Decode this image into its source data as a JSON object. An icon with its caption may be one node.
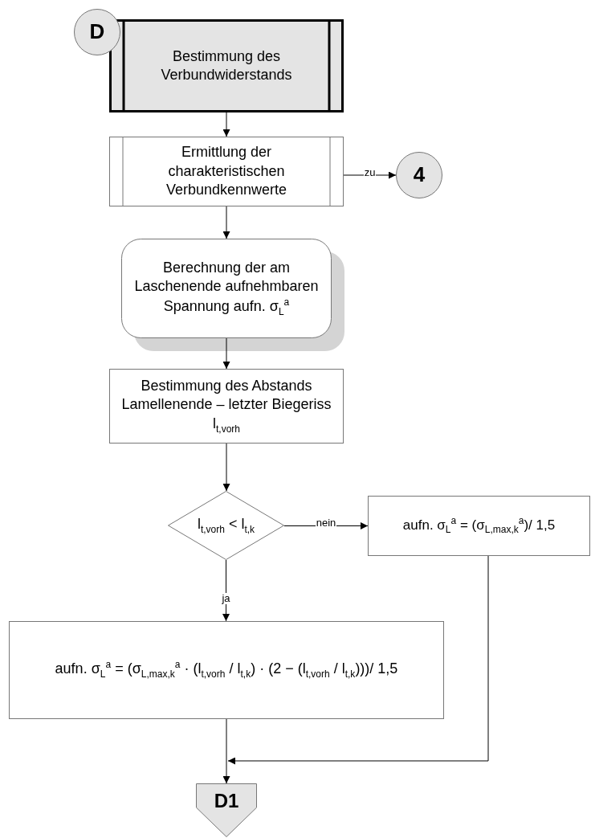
{
  "diagram": {
    "nodes": [
      {
        "text": [
          "D"
        ]
      },
      {
        "text": [
          "Bestimmung des Verbundwiderstands"
        ]
      },
      {
        "text": [
          "Ermittlung der charakteristischen Verbundkennwerte"
        ]
      },
      {
        "text": [
          "4"
        ]
      },
      {
        "text": [
          "Berechnung der am Laschenende aufnehmbaren Spannung aufn. σ$_{L}$$^{a}$"
        ]
      },
      {
        "text": [
          "Bestimmung des Abstands Lamellenende – letzter Biegeriss l$_{t,vorh}$"
        ]
      },
      {
        "text": [
          "l$_{t,vorh}$ < l$_{t,k}$"
        ]
      },
      {
        "text": [
          "aufn.  σ$_{L}$$^{a}$ = (σ$_{L,max,k}$$^{a}$)/ 1,5"
        ]
      },
      {
        "text": [
          "aufn.  σ$_{L}$$^{a}$ = (σ$_{L,max,k}$$^{a}$ · (l$_{t,vorh}$ / l$_{t,k}$) · (2 − (l$_{t,vorh}$ / l$_{t,k}$)))/ 1,5"
        ]
      },
      {
        "text": [
          "D1"
        ]
      }
    ],
    "edges": [
      {
        "from": 1,
        "to": 2,
        "arrow": "to"
      },
      {
        "from": 2,
        "to": 3,
        "arrow": "to",
        "label": "zu"
      },
      {
        "from": 2,
        "to": 4,
        "arrow": "to"
      },
      {
        "from": 4,
        "to": 5,
        "arrow": "to"
      },
      {
        "from": 5,
        "to": 6,
        "arrow": "to"
      },
      {
        "from": 6,
        "to": 7,
        "arrow": "to",
        "label": "nein"
      },
      {
        "from": 6,
        "to": 8,
        "arrow": "to",
        "label": "ja"
      },
      {
        "from": 8,
        "to": 9,
        "arrow": "to"
      },
      {
        "from": 7,
        "to": 9,
        "arrow": "to"
      }
    ]
  }
}
